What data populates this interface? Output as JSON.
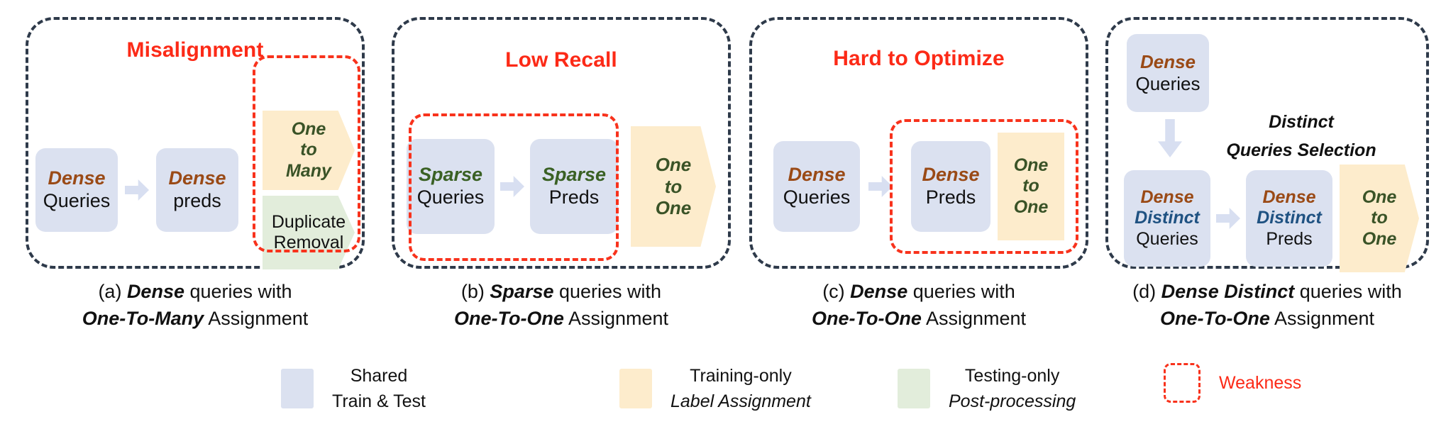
{
  "figure": {
    "panels": [
      {
        "id": "a",
        "title": "Misalignment",
        "caption_line1_prefix": "(a) ",
        "caption_line1_bold": "Dense",
        "caption_line1_suffix": " queries with",
        "caption_line2_bold": "One-To-Many",
        "caption_line2_suffix": " Assignment",
        "nodes": [
          {
            "name": "dense-queries",
            "kind": "shared",
            "line1": "Dense",
            "line1_style": "dense",
            "line2": "Queries"
          },
          {
            "name": "dense-preds",
            "kind": "shared",
            "line1": "Dense",
            "line1_style": "dense",
            "line2": "preds"
          },
          {
            "name": "one-to-many",
            "kind": "train",
            "line1": "One",
            "line2": "to",
            "line3": "Many",
            "style": "one"
          },
          {
            "name": "duplicate-removal",
            "kind": "test",
            "line1": "Duplicate",
            "line2": "Removal",
            "style": "plain"
          }
        ]
      },
      {
        "id": "b",
        "title": "Low Recall",
        "caption_line1_prefix": "(b) ",
        "caption_line1_bold": "Sparse",
        "caption_line1_suffix": " queries with",
        "caption_line2_bold": "One-To-One",
        "caption_line2_suffix": " Assignment",
        "nodes": [
          {
            "name": "sparse-queries",
            "kind": "shared",
            "line1": "Sparse",
            "line1_style": "sparse",
            "line2": "Queries"
          },
          {
            "name": "sparse-preds",
            "kind": "shared",
            "line1": "Sparse",
            "line1_style": "sparse",
            "line2": "Preds"
          },
          {
            "name": "one-to-one",
            "kind": "train",
            "line1": "One",
            "line2": "to",
            "line3": "One",
            "style": "one"
          }
        ]
      },
      {
        "id": "c",
        "title": "Hard to Optimize",
        "caption_line1_prefix": "(c) ",
        "caption_line1_bold": "Dense",
        "caption_line1_suffix": " queries with",
        "caption_line2_bold": "One-To-One",
        "caption_line2_suffix": " Assignment",
        "nodes": [
          {
            "name": "dense-queries",
            "kind": "shared",
            "line1": "Dense",
            "line1_style": "dense",
            "line2": "Queries"
          },
          {
            "name": "dense-preds",
            "kind": "shared",
            "line1": "Dense",
            "line1_style": "dense",
            "line2": "Preds"
          },
          {
            "name": "one-to-one",
            "kind": "train",
            "line1": "One",
            "line2": "to",
            "line3": "One",
            "style": "one"
          }
        ]
      },
      {
        "id": "d",
        "title": "",
        "caption_line1_prefix": "(d) ",
        "caption_line1_bold": "Dense Distinct",
        "caption_line1_suffix": " queries with",
        "caption_line2_bold": "One-To-One",
        "caption_line2_suffix": " Assignment",
        "selection_label_line1": "Distinct",
        "selection_label_line2": "Queries Selection",
        "nodes": [
          {
            "name": "dense-queries",
            "kind": "shared",
            "line1": "Dense",
            "line1_style": "dense",
            "line2": "Queries"
          },
          {
            "name": "dense-distinct-queries",
            "kind": "shared",
            "line1": "Dense",
            "line1_style": "dense",
            "line2": "Distinct",
            "line2_style": "distinct",
            "line3": "Queries"
          },
          {
            "name": "dense-distinct-preds",
            "kind": "shared",
            "line1": "Dense",
            "line1_style": "dense",
            "line2": "Distinct",
            "line2_style": "distinct",
            "line3": "Preds"
          },
          {
            "name": "one-to-one",
            "kind": "train",
            "line1": "One",
            "line2": "to",
            "line3": "One",
            "style": "one"
          }
        ]
      }
    ],
    "legend": [
      {
        "name": "legend-shared",
        "swatch": "shared",
        "line1": "Shared",
        "line2": "Train & Test",
        "line2_italic": false
      },
      {
        "name": "legend-training-only",
        "swatch": "train",
        "line1": "Training-only",
        "line2": "Label Assignment",
        "line2_italic": true
      },
      {
        "name": "legend-testing-only",
        "swatch": "test",
        "line1": "Testing-only",
        "line2": "Post-processing",
        "line2_italic": true
      },
      {
        "name": "legend-weakness",
        "swatch": "weakness-outline",
        "label": "Weakness"
      }
    ],
    "colors": {
      "shared_fill": "#dbe1f0",
      "training_fill": "#fdeccc",
      "testing_fill": "#e2eddb",
      "weakness_red": "#f8321c",
      "title_red": "#fc2a17",
      "dense_brown": "#9a4a16",
      "sparse_green": "#3a6124",
      "distinct_blue": "#1f5282",
      "one_green": "#3a5327",
      "panel_border": "#2e3a4a"
    }
  }
}
